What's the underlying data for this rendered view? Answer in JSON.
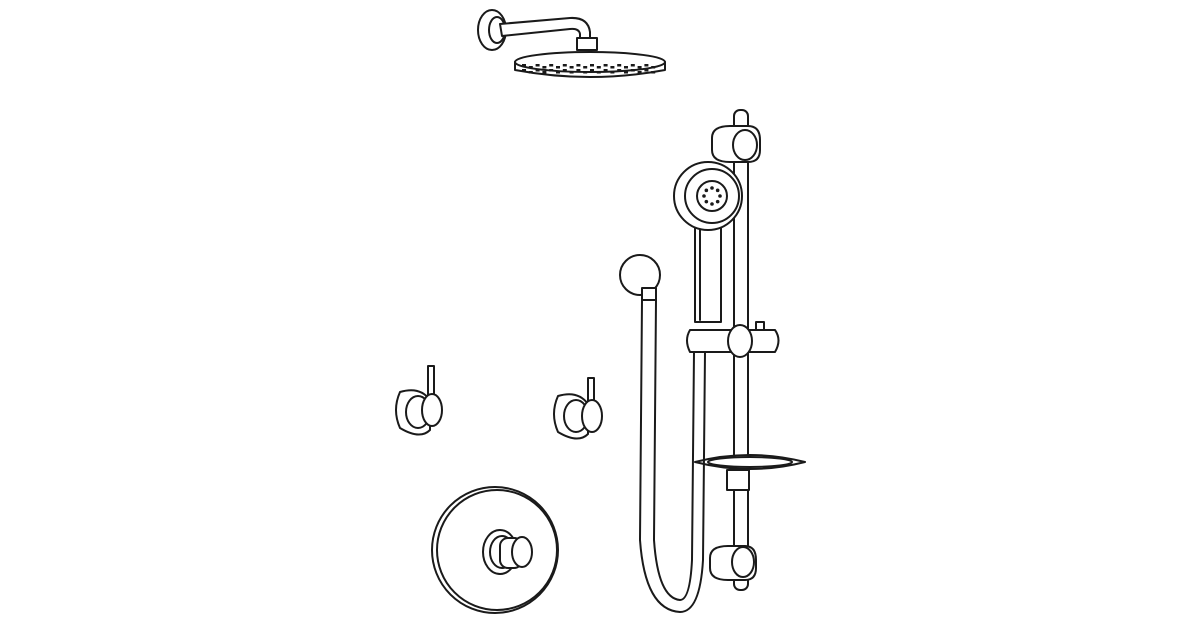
{
  "drawing": {
    "background": "#ffffff",
    "line_color": "#1a1a1a",
    "components": [
      "shower-arm",
      "rain-showerhead",
      "slide-bar",
      "handshower",
      "wall-supply-elbow",
      "hose",
      "soap-dish",
      "diverter-handle-left",
      "diverter-handle-right",
      "thermostatic-valve-trim"
    ]
  }
}
